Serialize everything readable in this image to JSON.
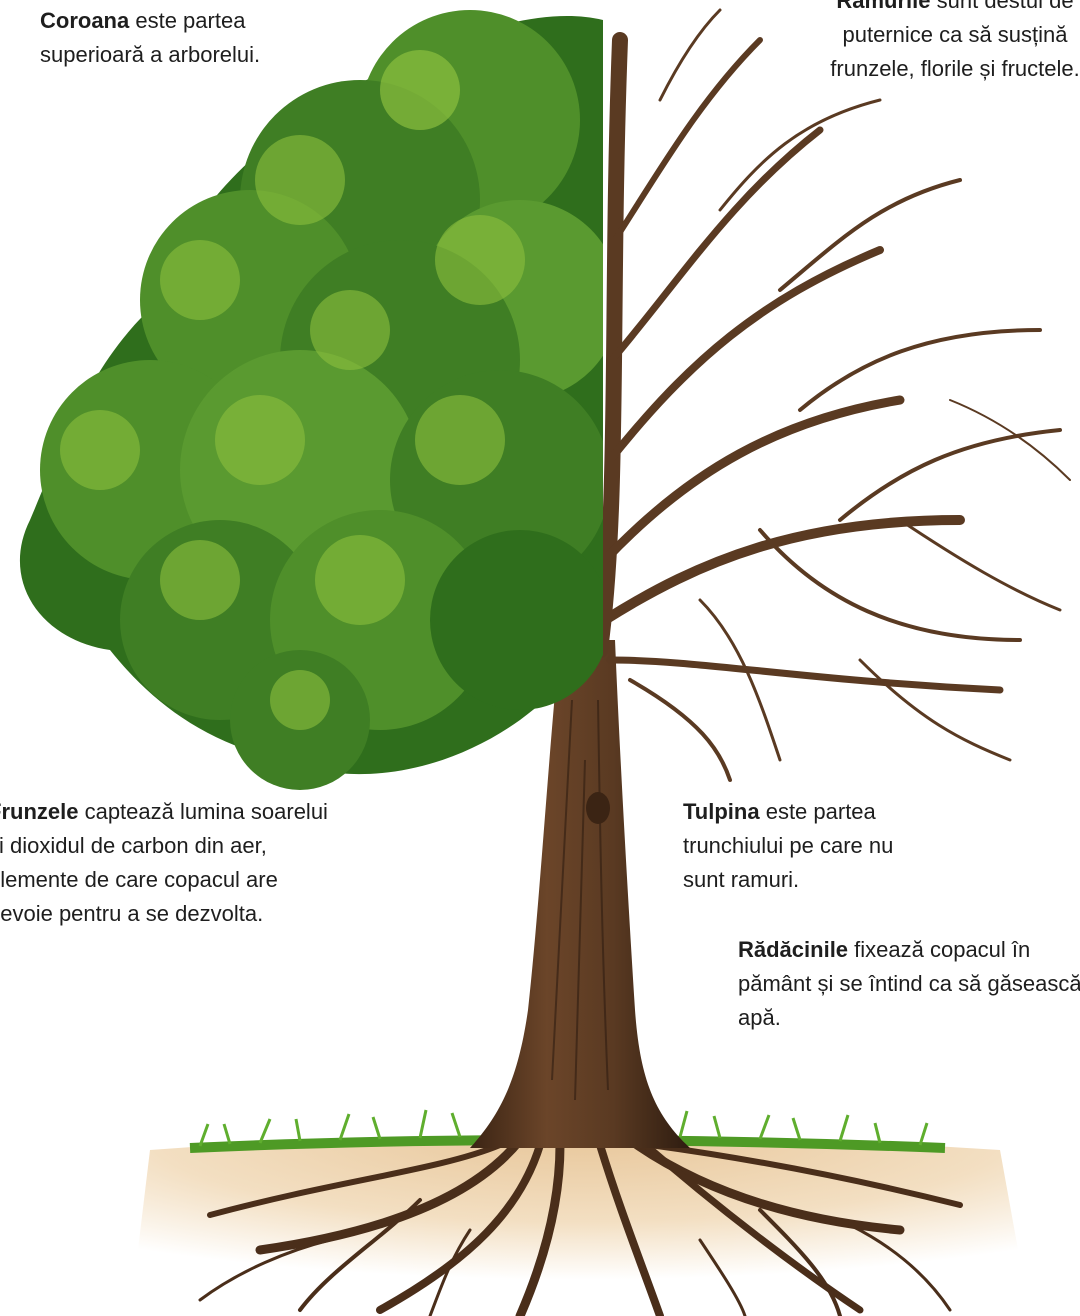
{
  "labels": {
    "crown": {
      "term": "Coroana",
      "text": " este partea superioară a arborelui."
    },
    "branches": {
      "term": "Ramurile",
      "text": " sunt destul de puternice ca să susțină frunzele, florile și fructele."
    },
    "leaves": {
      "term": "Frunzele",
      "text": " captează lumina soarelui și dioxidul de carbon din aer, elemente de care copacul are nevoie pentru a se dezvolta."
    },
    "trunk": {
      "term": "Tulpina",
      "text": " este partea trunchiului pe care nu sunt ramuri."
    },
    "roots": {
      "term": "Rădăcinile",
      "text": " fixează copacul în pământ și se întind ca să găsească apă."
    }
  },
  "colors": {
    "foliage_dark": "#2f6e1c",
    "foliage_mid": "#4f8f2a",
    "foliage_light": "#8cbf3e",
    "bark": "#5a3a22",
    "bark_dark": "#3b2414",
    "grass": "#5fae2e",
    "soil": "#efd7b4"
  }
}
